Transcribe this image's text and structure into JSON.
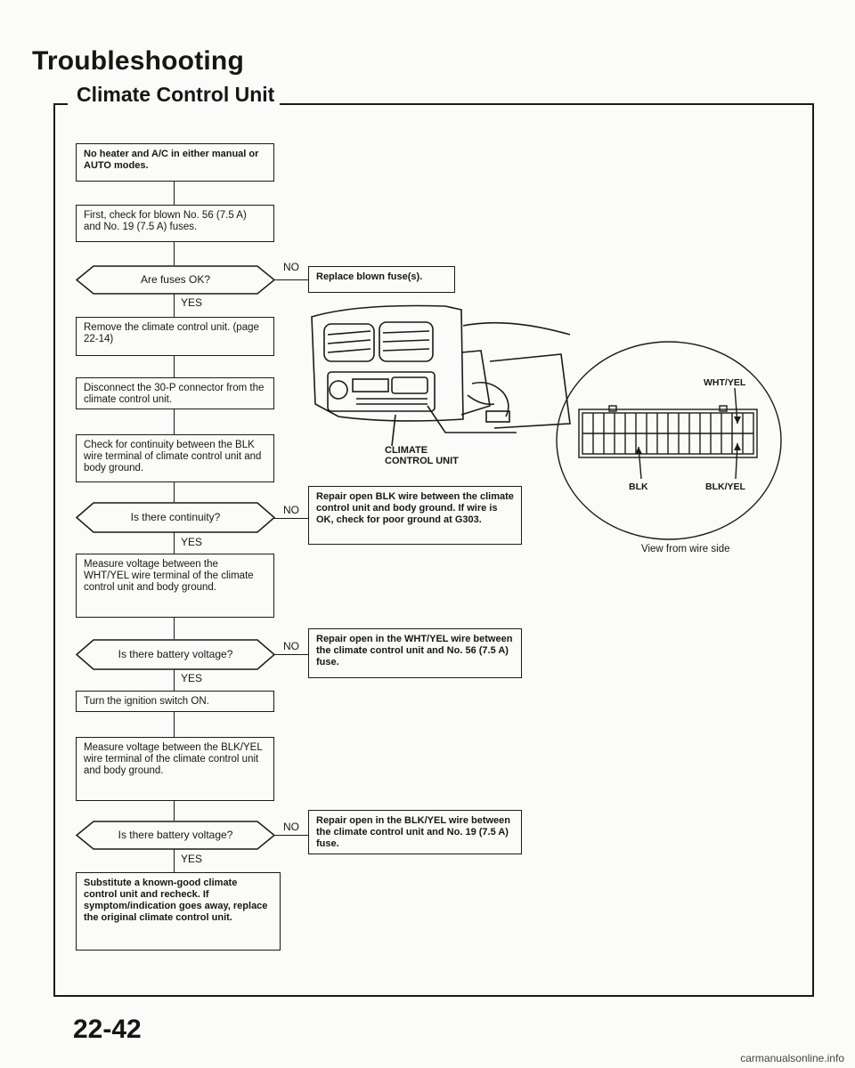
{
  "header": {
    "title": "Troubleshooting",
    "section": "Climate Control Unit"
  },
  "flow": {
    "start": "No heater and A/C in either manual or AUTO modes.",
    "step1": "First, check for blown No. 56 (7.5 A) and No. 19 (7.5 A) fuses.",
    "decision1": "Are fuses OK?",
    "fix1": "Replace blown fuse(s).",
    "step2": "Remove the climate control unit. (page 22-14)",
    "step3": "Disconnect the 30-P connector from the climate control unit.",
    "step4": "Check for continuity between the BLK wire terminal of climate control unit and body ground.",
    "decision2": "Is there continuity?",
    "fix2": "Repair open BLK wire between the climate control unit and body ground. If wire is OK, check for poor ground at G303.",
    "step5": "Measure voltage between the WHT/YEL wire terminal of the climate control unit and body ground.",
    "decision3": "Is there battery voltage?",
    "fix3": "Repair open in the WHT/YEL wire between the climate control unit and No. 56 (7.5 A) fuse.",
    "step6": "Turn the ignition switch ON.",
    "step7": "Measure voltage between the BLK/YEL wire terminal of the climate control unit and body ground.",
    "decision4": "Is there battery voltage?",
    "fix4": "Repair open in the BLK/YEL wire between the climate control unit and No. 19 (7.5 A) fuse.",
    "step8": "Substitute a known-good climate control unit and recheck. If symptom/indication goes away, replace the original climate control unit.",
    "yes": "YES",
    "no": "NO"
  },
  "illustration": {
    "unit_label": "CLIMATE CONTROL UNIT",
    "wire_top": "WHT/YEL",
    "wire_left": "BLK",
    "wire_right": "BLK/YEL",
    "view_caption": "View from wire side"
  },
  "footer": {
    "page_number": "22-42",
    "watermark": "carmanualsonline.info"
  }
}
